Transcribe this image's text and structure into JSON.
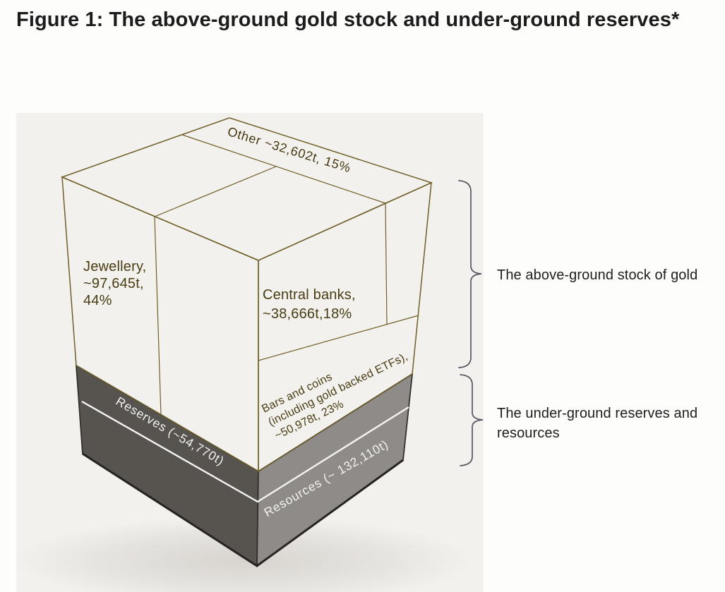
{
  "title": "Figure 1: The above-ground gold stock and under-ground reserves*",
  "chart_data": {
    "type": "treemap",
    "variant": "3d-cube",
    "title": "Figure 1: The above-ground gold stock and under-ground reserves*",
    "groups": [
      {
        "name": "The above-ground stock of gold",
        "segments": [
          {
            "label": "Jewellery",
            "tonnes": 97645,
            "tonnes_display": "~97,645t",
            "percent": 44
          },
          {
            "label": "Bars and coins (including gold backed ETFs)",
            "tonnes": 50978,
            "tonnes_display": "~50,978t",
            "percent": 23
          },
          {
            "label": "Central banks",
            "tonnes": 38666,
            "tonnes_display": "~38,666t",
            "percent": 18
          },
          {
            "label": "Other",
            "tonnes": 32602,
            "tonnes_display": "~32,602t",
            "percent": 15
          }
        ]
      },
      {
        "name": "The under-ground reserves and resources",
        "segments": [
          {
            "label": "Reserves",
            "tonnes": 54770,
            "tonnes_display": "~54,770t"
          },
          {
            "label": "Resources",
            "tonnes": 132110,
            "tonnes_display": "~ 132,110t"
          }
        ]
      }
    ],
    "colors": {
      "gold_top_face": "#eec75f",
      "gold_left_face": "#c29a42",
      "gold_right_face": "#e8bf56",
      "gray_left_face": "#57544f",
      "gray_right_face": "#8e8b88",
      "panel_background": "#f3f1ee",
      "label_on_gold": "#473c12",
      "label_on_gray": "#f3f2f0"
    }
  },
  "figure": {
    "labels": {
      "other": "Other ~32,602t, 15%",
      "jewellery": [
        "Jewellery,",
        "~97,645t,",
        "44%"
      ],
      "central_banks": [
        "Central banks,",
        "~38,666t,18%"
      ],
      "bars": [
        "Bars and coins",
        "(including gold backed ETFs),",
        "~50,978t, 23%"
      ],
      "reserves": "Reserves (~54,770t)",
      "resources": "Resources (~ 132,110t)"
    },
    "annotations": {
      "above_ground": "The above-ground stock of gold",
      "under_ground": [
        "The under-ground reserves and",
        "resources"
      ]
    }
  }
}
